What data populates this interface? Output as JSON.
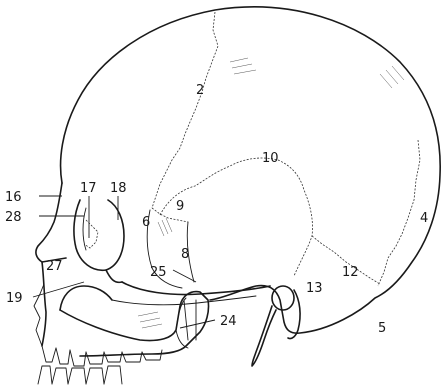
{
  "figure": {
    "labels": [
      {
        "id": "l2",
        "text": "2"
      },
      {
        "id": "l4",
        "text": "4"
      },
      {
        "id": "l5",
        "text": "5"
      },
      {
        "id": "l6",
        "text": "6"
      },
      {
        "id": "l8",
        "text": "8"
      },
      {
        "id": "l9",
        "text": "9"
      },
      {
        "id": "l10",
        "text": "10"
      },
      {
        "id": "l12",
        "text": "12"
      },
      {
        "id": "l13",
        "text": "13"
      },
      {
        "id": "l16",
        "text": "16"
      },
      {
        "id": "l17",
        "text": "17"
      },
      {
        "id": "l18",
        "text": "18"
      },
      {
        "id": "l19",
        "text": "19"
      },
      {
        "id": "l24",
        "text": "24"
      },
      {
        "id": "l25",
        "text": "25"
      },
      {
        "id": "l27",
        "text": "27"
      },
      {
        "id": "l28",
        "text": "28"
      }
    ]
  }
}
